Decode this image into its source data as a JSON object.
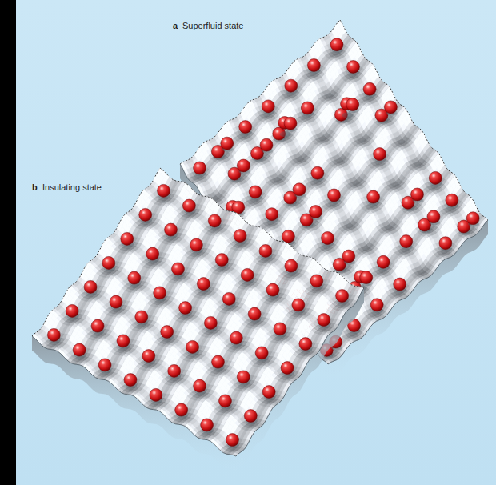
{
  "diagram": {
    "labels": [
      "a",
      "Superfluid state",
      "b",
      "Insulating state"
    ]
  }
}
